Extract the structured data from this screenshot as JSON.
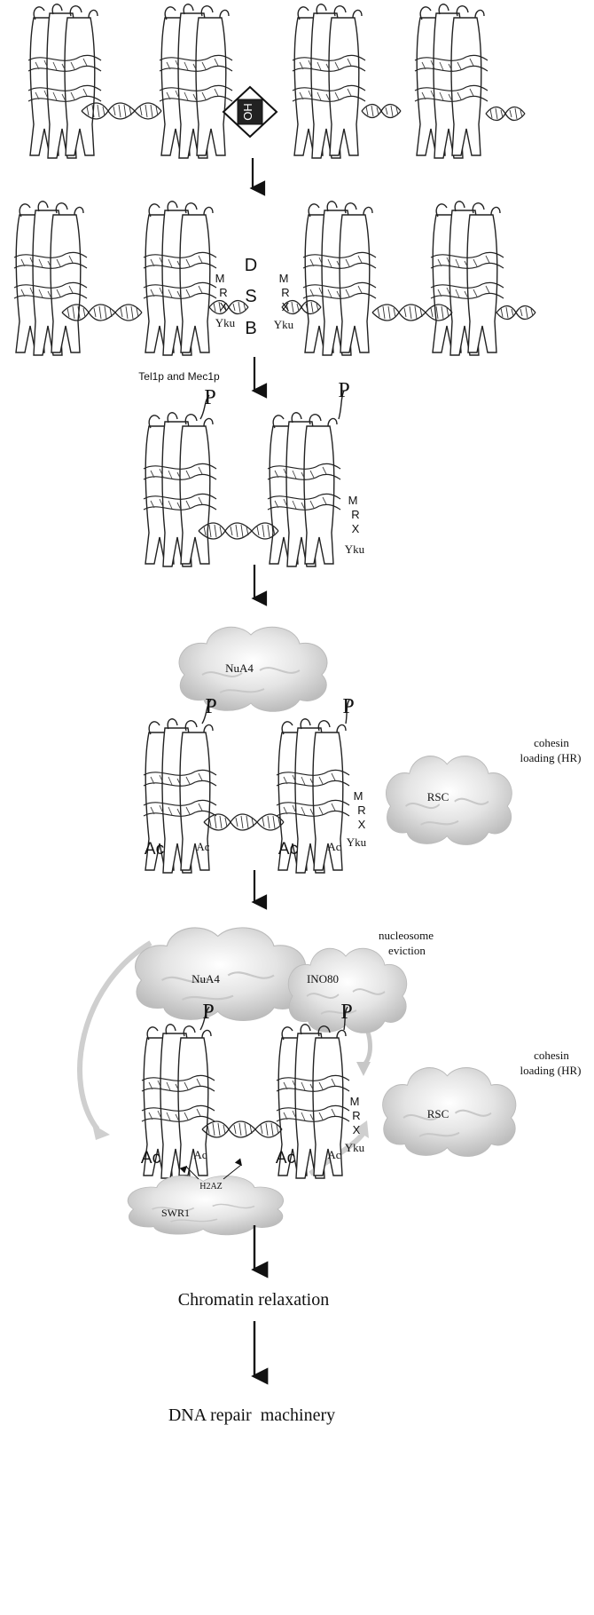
{
  "stage1": {
    "hoclabel": "HO"
  },
  "stage2": {
    "dsb_letters": [
      "D",
      "S",
      "B"
    ],
    "mrx_left": [
      "M",
      "R",
      "X"
    ],
    "yku_left": "Yku",
    "mrx_right": [
      "M",
      "R",
      "X"
    ],
    "yku_right": "Yku"
  },
  "arrow2_label": "Tel1p and Mec1p",
  "stage3": {
    "p_left": "P",
    "p_right": "P",
    "mrx": [
      "M",
      "R",
      "X"
    ],
    "yku": "Yku"
  },
  "stage4": {
    "nua4": "NuA4",
    "p_left": "P",
    "p_right": "P",
    "cohesin": [
      "cohesin",
      "loading (HR)"
    ],
    "rsc": "RSC",
    "mrx": [
      "M",
      "R",
      "X"
    ],
    "yku": "Yku",
    "ac_big_left": "Ac",
    "ac_small_left": "Ac",
    "ac_big_right": "Ac",
    "ac_small_right": "Ac"
  },
  "stage5": {
    "nua4": "NuA4",
    "ino80": "INO80",
    "eviction": [
      "nucleosome",
      "eviction"
    ],
    "p_left": "P",
    "p_right": "P",
    "cohesin": [
      "cohesin",
      "loading (HR)"
    ],
    "rsc": "RSC",
    "mrx": [
      "M",
      "R",
      "X"
    ],
    "yku": "Yku",
    "ac_big_left": "Ac",
    "ac_small_left": "Ac",
    "ac_big_right": "Ac",
    "ac_small_right": "Ac",
    "h2az": "H2AZ",
    "swr1": "SWR1"
  },
  "outcome1": "Chromatin relaxation",
  "outcome2": "DNA repair  machinery"
}
